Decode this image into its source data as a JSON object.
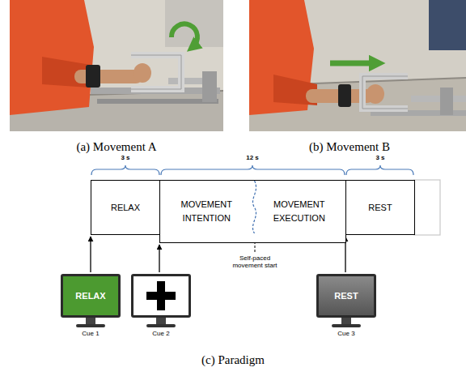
{
  "diagram": {
    "nodes": [
      {
        "text": [
          "RELAX"
        ]
      },
      {
        "text": [
          "MOVEMENT INTENTION",
          "MOVEMENT EXECUTION"
        ]
      },
      {
        "text": [
          "REST"
        ]
      },
      {
        "text": [
          "RELAX",
          "Cue 1"
        ]
      },
      {
        "text": [
          "Cue 2"
        ]
      },
      {
        "text": [
          "REST",
          "Cue 3"
        ]
      }
    ],
    "edges": [
      {
        "from": 3,
        "to": 0,
        "arrow": "to"
      },
      {
        "from": 4,
        "to": 1,
        "arrow": "to"
      },
      {
        "from": 5,
        "to": 2,
        "arrow": "to"
      }
    ],
    "labels": [
      "(a) Movement A",
      "(b) Movement B",
      "3 s",
      "12 s",
      "3 s",
      "Self-paced movement start",
      "(c) Paradigm"
    ]
  }
}
